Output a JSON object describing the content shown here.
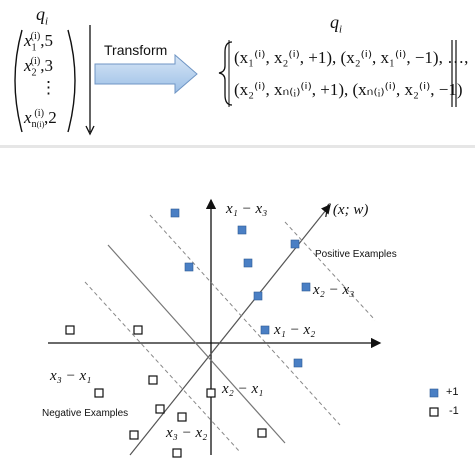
{
  "top": {
    "vector_title": "q",
    "vector_title_sub": "i",
    "vector_entries": [
      {
        "var": "x",
        "sub1": "1",
        "sup": "(i)",
        "value": ",5"
      },
      {
        "var": "x",
        "sub1": "2",
        "sup": "(i)",
        "value": ",3"
      },
      {
        "var": "⋮",
        "sub1": "",
        "sup": "",
        "value": ""
      },
      {
        "var": "x",
        "sub1": "n",
        "sub2": "(i)",
        "sup": "(i)",
        "value": ",2"
      }
    ],
    "arrow_label": "Transform",
    "set_title": "q",
    "set_title_sub": "i",
    "set_row1": "(x₁⁽ⁱ⁾, x₂⁽ⁱ⁾, +1), (x₂⁽ⁱ⁾, x₁⁽ⁱ⁾, −1), …,",
    "set_row2": "(x₂⁽ⁱ⁾, xₙ₍ᵢ₎⁽ⁱ⁾, +1), (xₙ₍ᵢ₎⁽ⁱ⁾, x₂⁽ⁱ⁾, −1)"
  },
  "plot": {
    "function_label": "f (x; w)",
    "positive_label": "Positive Examples",
    "negative_label": "Negative Examples",
    "diff_labels": {
      "x1_minus_x3": "x₁ − x₃",
      "x2_minus_x3": "x₂ − x₃",
      "x1_minus_x2": "x₁ − x₂",
      "x3_minus_x1": "x₃ − x₁",
      "x2_minus_x1": "x₂ − x₁",
      "x3_minus_x2": "x₃ − x₂"
    },
    "legend": [
      {
        "marker": "filled",
        "label": "+1",
        "color": "#4a7fc4"
      },
      {
        "marker": "hollow",
        "label": "-1",
        "color": "#111111"
      }
    ],
    "positive_points": [
      [
        175,
        213
      ],
      [
        242,
        230
      ],
      [
        295,
        244
      ],
      [
        189,
        267
      ],
      [
        248,
        263
      ],
      [
        306,
        287
      ],
      [
        258,
        296
      ],
      [
        265,
        330
      ],
      [
        298,
        363
      ]
    ],
    "negative_points": [
      [
        70,
        330
      ],
      [
        138,
        330
      ],
      [
        99,
        393
      ],
      [
        153,
        380
      ],
      [
        160,
        409
      ],
      [
        182,
        417
      ],
      [
        211,
        393
      ],
      [
        177,
        453
      ],
      [
        262,
        433
      ],
      [
        134,
        435
      ]
    ]
  }
}
